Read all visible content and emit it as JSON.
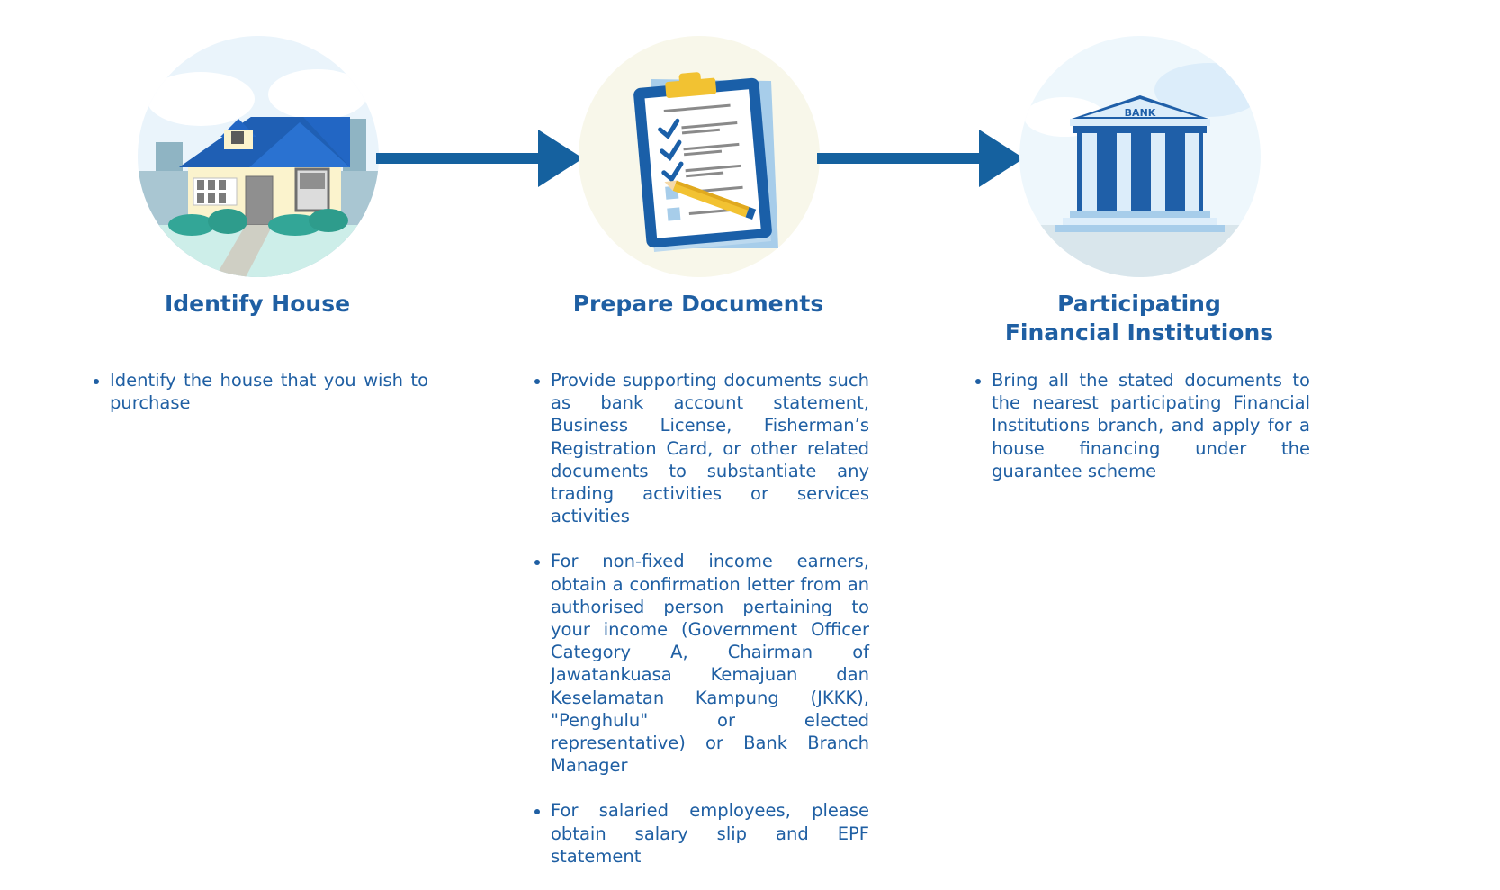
{
  "steps": [
    {
      "title_lines": [
        "Identify House"
      ],
      "icon": "house-icon",
      "bullets": [
        "Identify the house that you wish to purchase"
      ]
    },
    {
      "title_lines": [
        "Prepare Documents"
      ],
      "icon": "clipboard-checklist-icon",
      "bullets": [
        "Provide supporting documents such as bank account statement, Business License, Fisherman’s Registration Card, or other related documents to substantiate any trading activities or services activities",
        "For non-fixed income earners, obtain a confirmation letter from an authorised person pertaining to your income (Government Officer Category A, Chairman of Jawatankuasa Kemajuan dan Keselamatan Kampung (JKKK), \"Penghulu\" or elected representative) or Bank Branch Manager",
        "For salaried employees, please obtain salary slip and EPF statement"
      ]
    },
    {
      "title_lines": [
        "Participating",
        "Financial Institutions"
      ],
      "icon": "bank-building-icon",
      "icon_text": "BANK",
      "bullets": [
        "Bring all the stated documents to the nearest participating Financial Institutions branch, and apply for a house financing under the guarantee scheme"
      ]
    }
  ],
  "colors": {
    "primary": "#1f5fa3",
    "arrow": "#15619f",
    "roof": "#2266c4",
    "house_wall": "#fbf3cd",
    "clipboard_frame": "#1a5fa8",
    "pencil": "#f2c232",
    "bank_light": "#dcedfa"
  }
}
